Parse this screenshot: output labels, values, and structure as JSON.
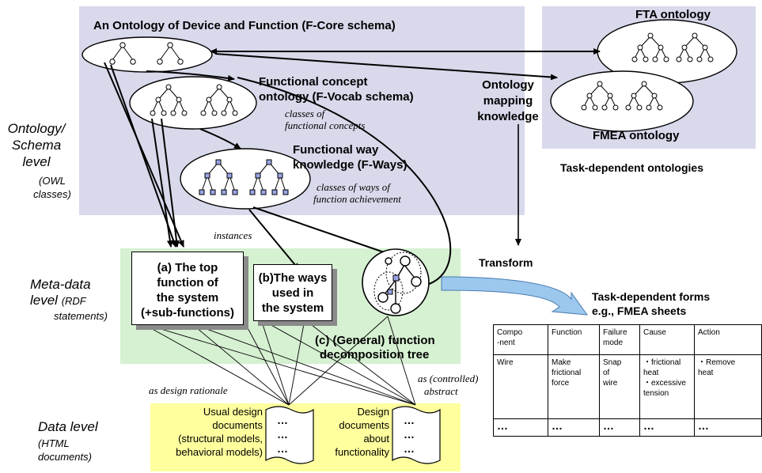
{
  "colors": {
    "ontology_panel": "#d9d9ec",
    "metadata_panel": "#d6f0d2",
    "data_panel": "#ffff9e",
    "arrow_fill": "#9cc8ee",
    "node_fill": "#9aa4e6"
  },
  "left_labels": {
    "ontology_level": [
      "Ontology/",
      "Schema",
      "level"
    ],
    "ontology_sub": [
      "(OWL",
      "classes)"
    ],
    "meta_level": [
      "Meta-data",
      "level"
    ],
    "meta_sub_inline": "(RDF",
    "meta_sub": "statements)",
    "data_level": [
      "Data level"
    ],
    "data_sub": [
      "(HTML",
      "documents)"
    ]
  },
  "ontology": {
    "title": "An Ontology of Device and Function (F-Core schema)",
    "fvocab": [
      "Functional concept",
      "ontology (F-Vocab schema)"
    ],
    "fvocab_note": [
      "classes of",
      "functional concepts"
    ],
    "fways": [
      "Functional way",
      "knowledge (F-Ways)"
    ],
    "fways_note": [
      "classes of ways of",
      "function achievement"
    ]
  },
  "task": {
    "fta": "FTA ontology",
    "fmea": "FMEA ontology",
    "caption": "Task-dependent ontologies",
    "mapping": [
      "Ontology",
      "mapping",
      "knowledge"
    ],
    "transform": "Transform",
    "forms": [
      "Task-dependent forms",
      "e.g., FMEA sheets"
    ]
  },
  "meta": {
    "instances": "instances",
    "card_a": [
      "(a) The top",
      "function of",
      "the system",
      "(+sub-functions)"
    ],
    "card_b": [
      "(b)The ways",
      "used in",
      "the system"
    ],
    "tree": [
      "(c) (General) function",
      "decomposition tree"
    ]
  },
  "data": {
    "design_rationale": "as design rationale",
    "controlled": [
      "as (controlled)",
      "abstract"
    ],
    "doc1": [
      "Usual design",
      "documents",
      "(structural models,",
      "behavioral models)"
    ],
    "doc2": [
      "Design",
      "documents",
      "about",
      "functionality"
    ],
    "doc_dots": [
      "…",
      "…",
      "…"
    ]
  },
  "fmea_table": {
    "headers": [
      "Compo\n-nent",
      "Function",
      "Failure\nmode",
      "Cause",
      "Action"
    ],
    "row1": [
      "Wire",
      "Make\nfrictional\nforce",
      "Snap\nof\nwire",
      "・frictional\nheat\n・excessive\ntension",
      "・Remove\nheat"
    ],
    "row2": [
      "…",
      "…",
      "…",
      "…",
      "…"
    ]
  }
}
